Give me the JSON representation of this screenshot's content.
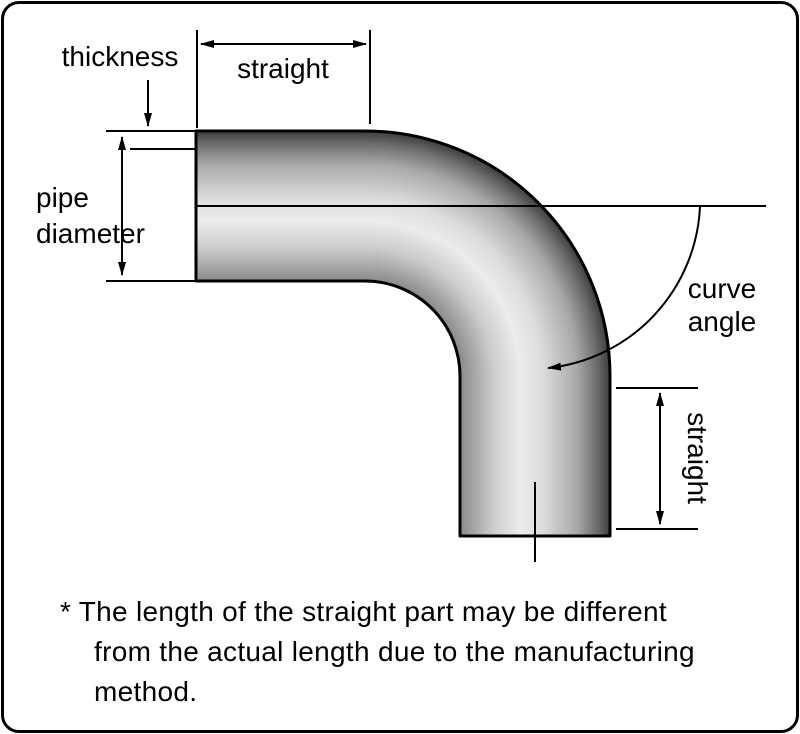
{
  "diagram": {
    "labels": {
      "thickness": "thickness",
      "straight_top": "straight",
      "pipe_line1": "pipe",
      "pipe_line2": "diameter",
      "curve_line1": "curve",
      "curve_line2": "angle",
      "straight_right": "straight"
    },
    "footnote": {
      "lines": [
        "* The length of the straight part may be different",
        "from the actual length due to the manufacturing",
        "method."
      ]
    },
    "colors": {
      "background": "#ffffff",
      "line": "#000000",
      "pipe_outer_dark": "#3d3d3d",
      "pipe_mid_gray": "#a8a8a8",
      "pipe_highlight": "#ececec",
      "pipe_inner_gray": "#8a8a8a"
    }
  }
}
